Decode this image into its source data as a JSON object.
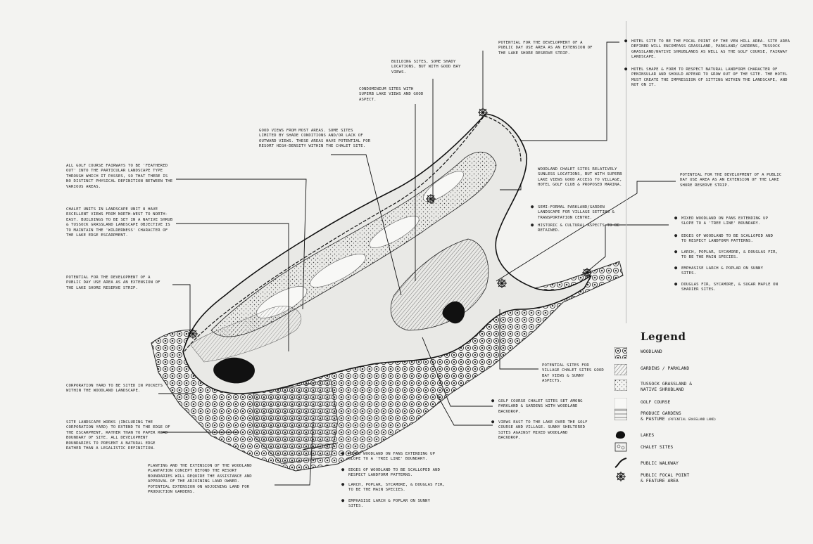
{
  "notes": {
    "hotel_site": "Hotel site to be the focal point of the Ven Hill area. Site area defined will encompass grassland, parkland/ gardens, tussock grassland/native shrublands as well as the golf course, fairway landscape.",
    "hotel_shape": "Hotel shape & form to respect natural landform character of peninsular and should appear to grow out of the site. The hotel must create the impression of sitting within the landscape, and not on it.",
    "potential_public_day_top": "Potential for the development of a public day use area as an extension of the lake shore reserve strip.",
    "building_sites": "Building sites, some shady locations, but with good bay views.",
    "condominium_sites": "Condominium sites with superb lake views and good aspect.",
    "good_views": "Good views from most areas. Some sites limited by shade conditions and/or lack of outward views. These areas have potential for resort high-density within the chalet site.",
    "golf_fairways": "All golf course fairways to be 'feathered out' into the particular landscape type through which it passes, so that there is no distinct physical definition between the various areas.",
    "chalet_units": "Chalet units in landscape unit 8 have excellent views from north-west to north-east. Buildings to be set in a native shrub & tussock grassland landscape objective is to maintain the 'wilderness' character of the lake edge escarpment.",
    "potential_public_day_left": "Potential for the development of a public day use area as an extension of the lake shore reserve strip.",
    "corporation_yard": "Corporation yard to be sited in pockets within the woodland landscape.",
    "site_landscape": "Site landscape works (including the corporation yard) to extend to the edge of the escarpment, rather than to paper road boundary of site. All development boundaries to present a natural edge rather than a legalistic definition.",
    "planting_extension": "Planting and the extension of the woodland plantation concept beyond the resort boundaries will require the assistance and approval of the adjoining land owner. Potential extension on adjoining land for production gardens.",
    "woodland_chalet_sites": "Woodland chalet sites relatively sunless locations, but with superb lake views good access to village, hotel golf club & proposed marina.",
    "semi_formal_parkland": "Semi-formal parkland/garden landscape for village setting & transportation centre.",
    "historic_cultural": "Historic & cultural aspects to be retained.",
    "potential_public_day_right": "Potential for the development of a public day use area as an extension of the lake shore reserve strip.",
    "mixed_woodland_right": "Mixed woodland on fans extending up slope to a 'tree line' boundary.",
    "edges_woodland_right": "Edges of woodland to be scalloped and to respect landform patterns.",
    "larch_poplar_right": "Larch, poplar, sycamore, & Douglas fir, to be the main species.",
    "emphasise_right": "Emphasise larch & poplar on sunny sites.",
    "douglas_fir_right": "Douglas fir, sycamore, & sugar maple on shadier sites.",
    "potential_sites_village": "Potential sites for village chalet sites good bay views & sunny aspects.",
    "golf_course_chalet": "Golf course chalet sites set among parkland & gardens with woodland backdrop.",
    "views_east": "Views east to the lake over the golf course and village. Sunny sheltered sites against mixed woodland backdrop.",
    "mixed_woodland_bottom": "Mixed woodland on fans extending up slope to a 'tree line' boundary.",
    "edges_woodland_bottom": "Edges of woodland to be scalloped and respect landform patterns.",
    "larch_poplar_bottom": "Larch, poplar, sycamore, & Douglas fir, to be the main species.",
    "emphasise_bottom": "Emphasise larch & poplar on sunny sites."
  },
  "legend": {
    "title": "Legend",
    "items": [
      {
        "label": "Woodland",
        "sub": "",
        "icon": "woodland-swatch"
      },
      {
        "label": "Gardens / Parkland",
        "sub": "",
        "icon": "gardens-swatch"
      },
      {
        "label": "Tussock grassland &\nnative shrubland",
        "sub": "",
        "icon": "tussock-swatch"
      },
      {
        "label": "Golf course",
        "sub": "",
        "icon": "golf-swatch"
      },
      {
        "label": "Produce gardens\n& pasture",
        "sub": "(potential grassland land)",
        "icon": "pasture-swatch"
      },
      {
        "label": "Lakes",
        "sub": "",
        "icon": "lake-swatch"
      },
      {
        "label": "Chalet sites",
        "sub": "",
        "icon": "chalet-swatch"
      },
      {
        "label": "Public walkway",
        "sub": "",
        "icon": "walkway-icon"
      },
      {
        "label": "Public focal point\n& feature area",
        "sub": "",
        "icon": "focal-point-icon"
      }
    ]
  }
}
